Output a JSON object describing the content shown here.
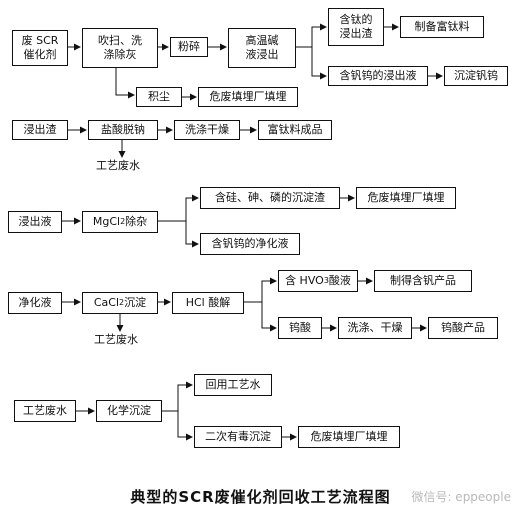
{
  "nodes": {
    "feiSCR": "废 SCR\n催化剂",
    "chuisao": "吹扫、洗\n涤除灰",
    "fensui": "粉碎",
    "gaowen": "高温碱\n液浸出",
    "hantai": "含钛的\n浸出渣",
    "zhibei": "制备富钛料",
    "hanfanwu": "含钒钨的浸出液",
    "chendian": "沉淀钒钨",
    "jichen": "积尘",
    "weifei1": "危废填埋厂填埋",
    "jinzha": "浸出渣",
    "yansuan": "盐酸脱钠",
    "xidi1": "洗涤干燥",
    "futai": "富钛料成品",
    "jinchuye": "浸出液",
    "mgcl": "MgCl",
    "mgcl_sub": "2",
    "mgcl_tail": " 除杂",
    "hangui": "含硅、砷、磷的沉淀渣",
    "weifei2": "危废填埋厂填埋",
    "jinghua": "含钒钨的净化液",
    "jinghuaye": "净化液",
    "cacl": "CaCl",
    "cacl_sub": "2",
    "cacl_tail": " 沉淀",
    "hcl": "HCl 酸解",
    "hvo_pre": "含 HVO",
    "hvo_sub": "3",
    "hvo_tail": " 酸液",
    "zhide": "制得含钒产品",
    "wusuan": "钨酸",
    "xidi2": "洗涤、干燥",
    "wusuanchanpin": "钨酸产品",
    "gongyi": "工艺废水",
    "huaxue": "化学沉淀",
    "huiyong": "回用工艺水",
    "ercidu": "二次有毒沉淀",
    "weifei3": "危废填埋厂填埋"
  },
  "labels": {
    "waste_water_1": "工艺废水",
    "waste_water_2": "工艺废水"
  },
  "caption": "典型的SCR废催化剂回收工艺流程图",
  "watermark": "微信号: eppeople"
}
